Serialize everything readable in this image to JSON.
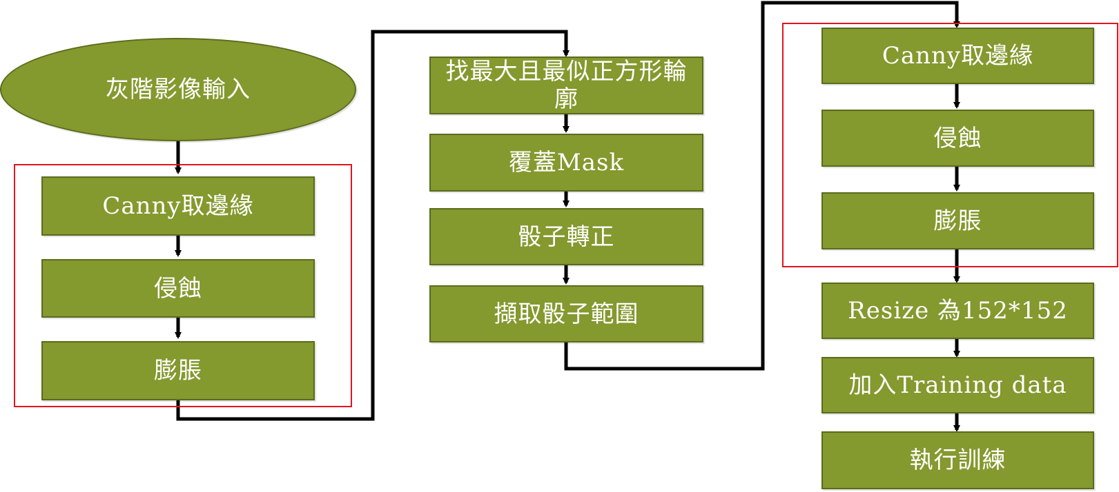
{
  "diagram": {
    "colors": {
      "node_fill": "#84992e",
      "node_border": "#5a6b1c",
      "node_text": "#ffffff",
      "connector": "#000000",
      "group_frame": "#e2131f"
    },
    "column1": {
      "start": "灰階影像輸入",
      "group": [
        "Canny取邊緣",
        "侵蝕",
        "膨脹"
      ]
    },
    "column2": {
      "steps": [
        "找最大且最似正方形輪廓",
        "覆蓋Mask",
        "骰子轉正",
        "擷取骰子範圍"
      ]
    },
    "column3": {
      "group": [
        "Canny取邊緣",
        "侵蝕",
        "膨脹"
      ],
      "steps": [
        "Resize 為152*152",
        "加入Training data",
        "執行訓練"
      ]
    }
  }
}
